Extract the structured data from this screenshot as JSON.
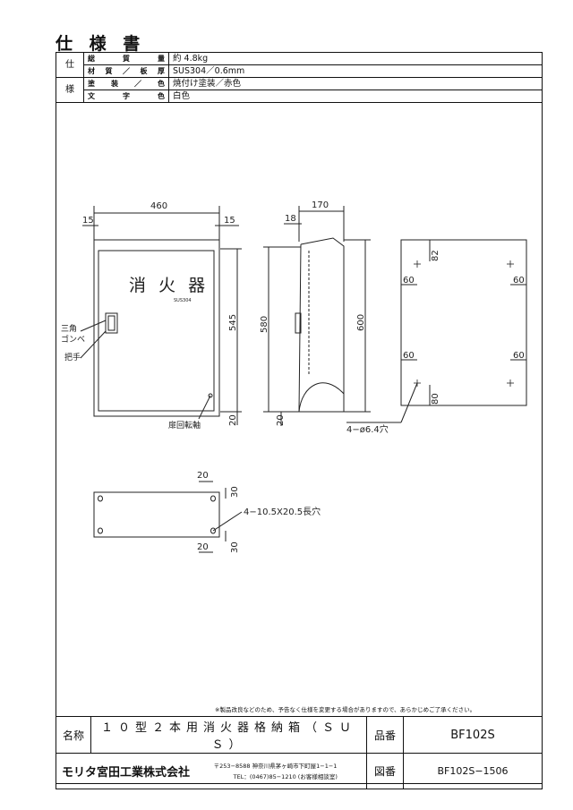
{
  "title": "仕 様 書",
  "spec": {
    "cat_top": "仕",
    "cat_bottom": "様",
    "rows": [
      {
        "key": "総質量",
        "value": "約 4.8kg"
      },
      {
        "key": "材質／板厚",
        "value": "SUS304／0.6mm"
      },
      {
        "key": "塗装／色",
        "value": "焼付け塗装／赤色"
      },
      {
        "key": "文字色",
        "value": "白色"
      }
    ]
  },
  "drawing": {
    "door_label": "消 火 器",
    "door_sub": "SUS304",
    "label_triangle": "三角",
    "label_gonbe": "ゴンベ",
    "label_handle": "把手",
    "label_hinge": "扉回転軸",
    "dims": {
      "w460": "460",
      "w15a": "15",
      "w15b": "15",
      "w18": "18",
      "w170": "170",
      "h545": "545",
      "h580": "580",
      "h600": "600",
      "h20a": "20",
      "h20b": "20",
      "b82": "82",
      "b60a": "60",
      "b60b": "60",
      "b60c": "60",
      "b60d": "60",
      "b80": "80",
      "hole_note": "4−ø6.4穴",
      "t20a": "20",
      "t30a": "30",
      "t20b": "20",
      "t30b": "30",
      "slot_note": "4−10.5X20.5長穴"
    }
  },
  "note": "※製品改良などのため、予告なく仕様を変更する場合がありますので、あらかじめご了承ください。",
  "footer": {
    "name_label": "名称",
    "name_value": "１０型２本用消火器格納箱（ＳＵＳ）",
    "hinban_label": "品番",
    "hinban_value": "BF102S",
    "maker": "モリタ宮田工業株式会社",
    "address": "〒253−8588  神奈川県茅ヶ崎市下町屋1−1−1",
    "tel": "TEL：(0467)85−1210 (お客様相談室)",
    "zuban_label": "図番",
    "zuban_value": "BF102S−1506"
  }
}
